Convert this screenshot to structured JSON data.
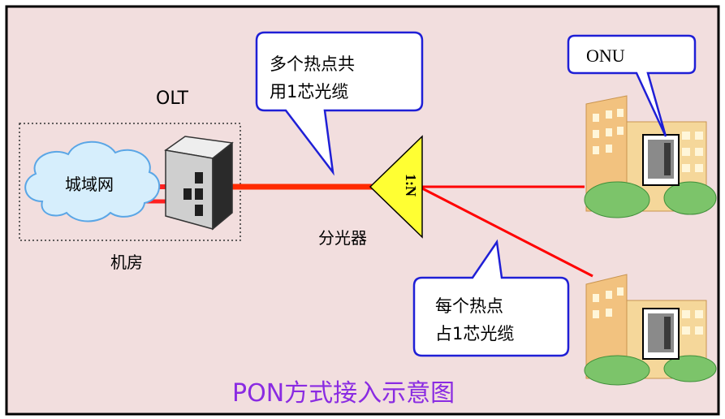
{
  "diagram": {
    "background": "#f2dede",
    "accent_line_color": "#ff0000",
    "callout_border_color": "#1f1fd6",
    "title_color": "#8a2be2",
    "labels": {
      "cloud": "城域网",
      "olt": "OLT",
      "machine_room": "机房",
      "splitter": "分光器",
      "splitter_ratio": "1:N",
      "onu": "ONU",
      "title": "PON方式接入示意图"
    },
    "callouts": {
      "shared": {
        "line1": "多个热点共",
        "line2": "用1芯光缆"
      },
      "each": {
        "line1": "每个热点",
        "line2": "占1芯光缆"
      }
    },
    "icons": [
      "cloud-icon",
      "olt-rack-icon",
      "splitter-triangle-icon",
      "building-icon",
      "onu-device-icon"
    ]
  }
}
